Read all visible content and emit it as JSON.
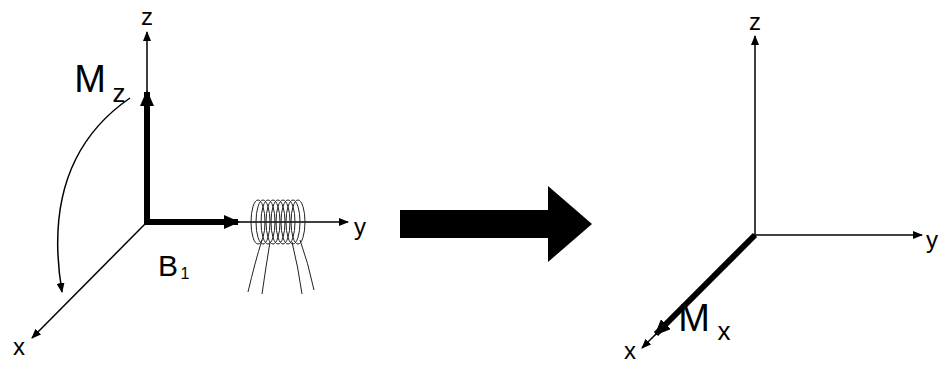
{
  "diagram": {
    "labels": [
      "z",
      "M",
      "z",
      "B",
      "1",
      "y",
      "x",
      "z",
      "y",
      "x",
      "M",
      "x"
    ]
  }
}
